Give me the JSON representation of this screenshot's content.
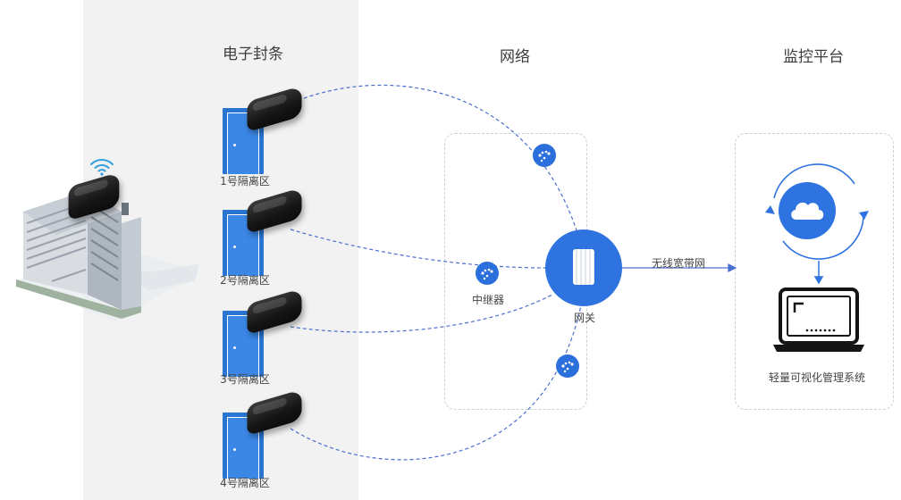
{
  "columns": {
    "seal": "电子封条",
    "network": "网络",
    "platform": "监控平台"
  },
  "zones": [
    {
      "label": "1号隔离区"
    },
    {
      "label": "2号隔离区"
    },
    {
      "label": "3号隔离区"
    },
    {
      "label": "4号隔离区"
    }
  ],
  "nodes": {
    "repeater": "中继器",
    "gateway": "网关",
    "link": "无线宽带网",
    "system": "轻量可视化管理系统"
  },
  "colors": {
    "primary_blue": "#2f73e0",
    "dashed_line": "#4b6fcf",
    "band_gray": "#f2f2f2"
  },
  "icons": {
    "wifi": "wifi-icon",
    "door": "door-icon",
    "seal": "electronic-seal-icon",
    "repeater": "repeater-icon",
    "gateway": "gateway-icon",
    "cloud": "cloud-icon",
    "laptop": "laptop-icon"
  }
}
